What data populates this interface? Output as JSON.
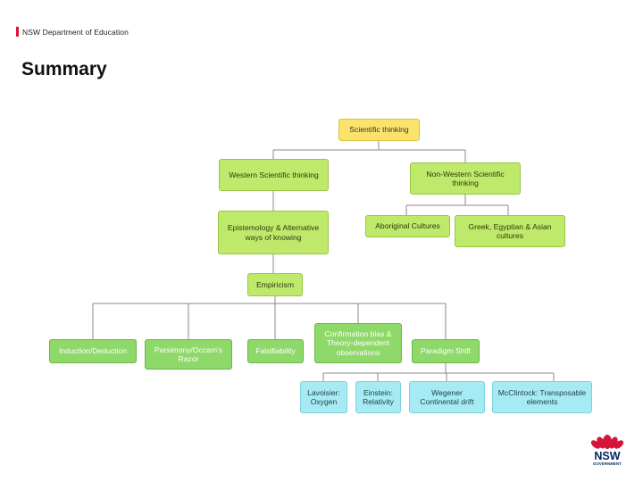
{
  "header": {
    "org": "NSW Department of Education"
  },
  "slide": {
    "title": "Summary"
  },
  "diagram": {
    "root": "Scientific thinking",
    "western": "Western Scientific thinking",
    "non_western": "Non-Western Scientific thinking",
    "epistemology": "Epistemology & Alternative ways of knowing",
    "aboriginal": "Aboriginal Cultures",
    "greek": "Greek, Egyptian & Asian cultures",
    "empiricism": "Empiricism",
    "induction": "Induction/Deduction",
    "parsimony": "Parsimony/Occam's Razor",
    "falsifiability": "Falsifiability",
    "confirmation": "Confirmation bias & Theory-dependent observations",
    "paradigm": "Paradigm Shift",
    "lavoisier": "Lavoisier: Oxygen",
    "einstein": "Einstein: Relativity",
    "wegener": "Wegener Continental drift",
    "mcclintock": "McClintock: Transposable elements"
  },
  "logo": {
    "name": "NSW",
    "sub": "GOVERNMENT"
  },
  "colors": {
    "root": "#fbe36b",
    "level1": "#bfe96a",
    "level2": "#8fd86a",
    "leaf": "#a6eaf4",
    "brand_red": "#d7153a",
    "brand_navy": "#002664"
  }
}
